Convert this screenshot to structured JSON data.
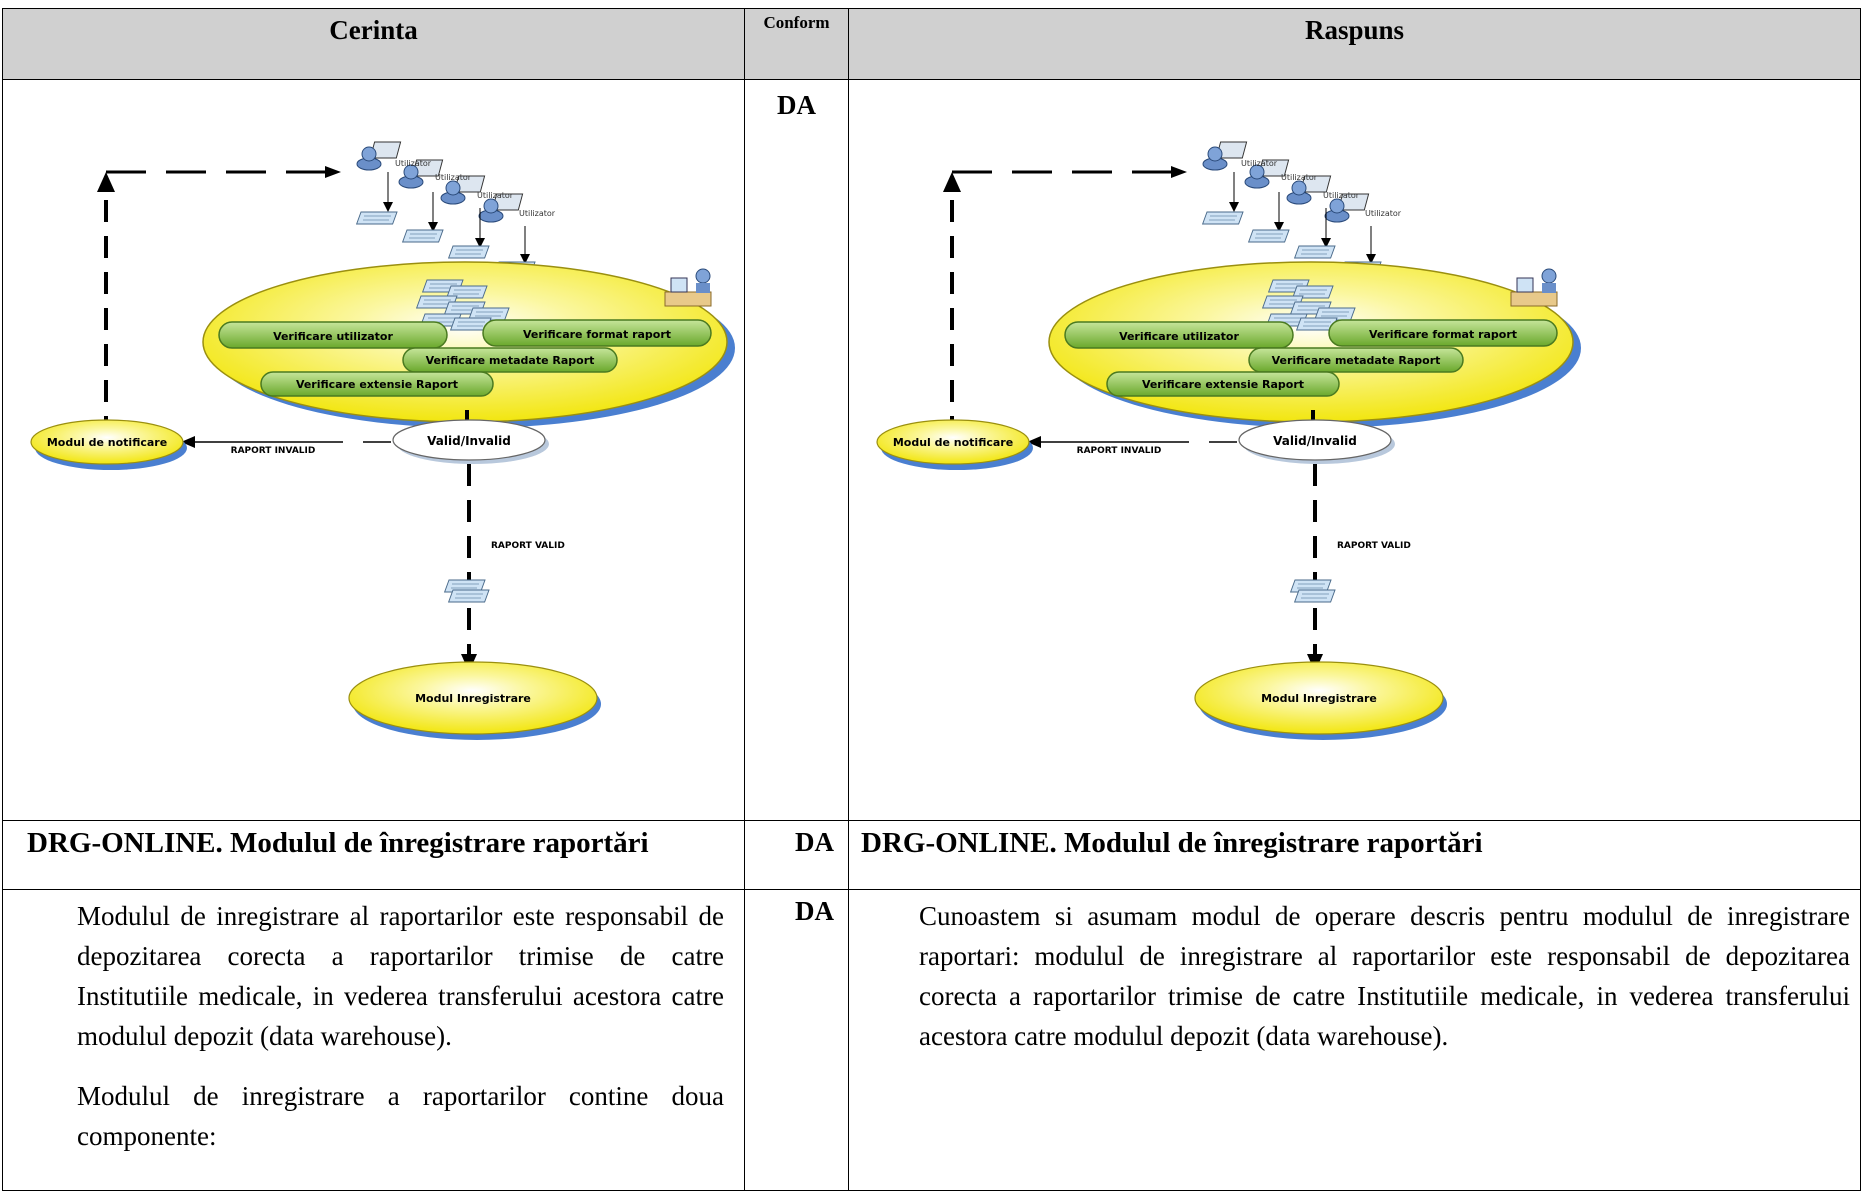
{
  "header": {
    "col_cerinta": "Cerinta",
    "col_conform": "Conform",
    "col_raspuns": "Raspuns"
  },
  "diagram": {
    "user_label": "Utilizator",
    "checks": {
      "verificare_utilizator": "Verificare utilizator",
      "verificare_format": "Verificare format raport",
      "verificare_metadate": "Verificare metadate Raport",
      "verificare_extensie": "Verificare extensie Raport"
    },
    "valid_invalid": "Valid/Invalid",
    "notificare": "Modul de notificare",
    "raport_invalid": "RAPORT INVALID",
    "raport_valid": "RAPORT VALID",
    "inregistrare": "Modul Inregistrare",
    "colors": {
      "ellipse_yellow": "#f5ef1a",
      "pill_green": "#8cc63f",
      "ellipse_shadow": "#4a7fd0"
    }
  },
  "rows": {
    "figure_conform": "DA",
    "section_title_left": "DRG-ONLINE. Modulul de înregistrare raportări",
    "section_conform": "DA",
    "section_title_right": "DRG-ONLINE. Modulul de înregistrare raportări",
    "body_conform": "DA",
    "body_left_p1": "Modulul de inregistrare al raportarilor este responsabil de depozitarea corecta a raportarilor trimise de catre Institutiile medicale, in vederea transferului acestora catre modulul depozit (data warehouse).",
    "body_left_p2": "Modulul de inregistrare a raportarilor contine doua componente:",
    "body_right_p1": "Cunoastem si asumam modul de operare descris pentru modulul de inregistrare raportari: modulul de inregistrare al raportarilor este responsabil de depozitarea corecta a raportarilor trimise de catre Institutiile medicale, in vederea transferului acestora catre modulul depozit (data warehouse)."
  }
}
